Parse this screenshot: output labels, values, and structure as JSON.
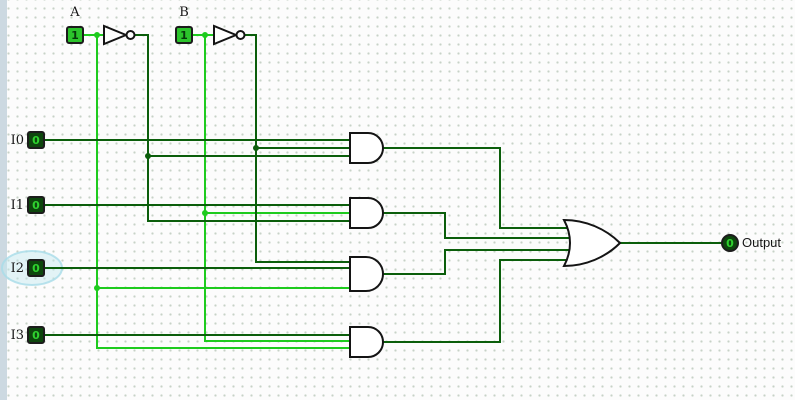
{
  "colors": {
    "wire-hi": "#1ecb1e",
    "wire-lo": "#0b5e0b",
    "gate-stroke": "#141414",
    "pin-hi-bg": "#2bc42b",
    "pin-lo-bg": "#0d470d",
    "pin-digit-hi": "#07380b",
    "pin-digit-lo": "#2fd32f",
    "halo-fill": "#c4e9f0",
    "edge-strip": "#ccd9e1"
  },
  "pins": {
    "a": {
      "label": "A",
      "value": "1"
    },
    "b": {
      "label": "B",
      "value": "1"
    },
    "i0": {
      "label": "I0",
      "value": "0"
    },
    "i1": {
      "label": "I1",
      "value": "0"
    },
    "i2": {
      "label": "I2",
      "value": "0"
    },
    "i3": {
      "label": "I3",
      "value": "0"
    },
    "output": {
      "label": "Output",
      "value": "0"
    }
  }
}
